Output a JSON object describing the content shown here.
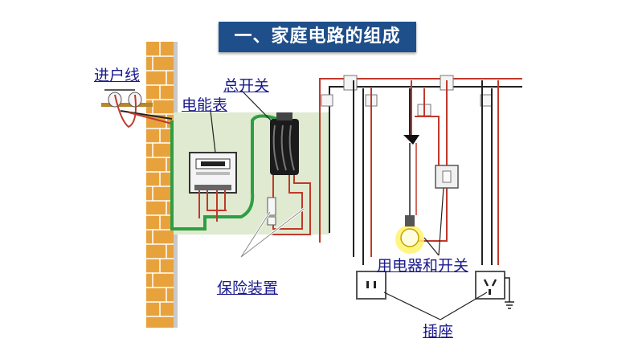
{
  "title": "一、家庭电路的组成",
  "labels": {
    "incoming_line": "进户线",
    "main_switch": "总开关",
    "meter": "电能表",
    "fuse_device": "保险装置",
    "appliance_switch": "用电器和开关",
    "socket": "插座"
  },
  "colors": {
    "title_bg": "#1f4f8a",
    "label_text": "#1a1a8c",
    "wall_brick": "#e8a23c",
    "panel_bg": "#dfead0",
    "wire_red": "#c0392b",
    "wire_green": "#2e9e44",
    "wire_black": "#222222"
  }
}
